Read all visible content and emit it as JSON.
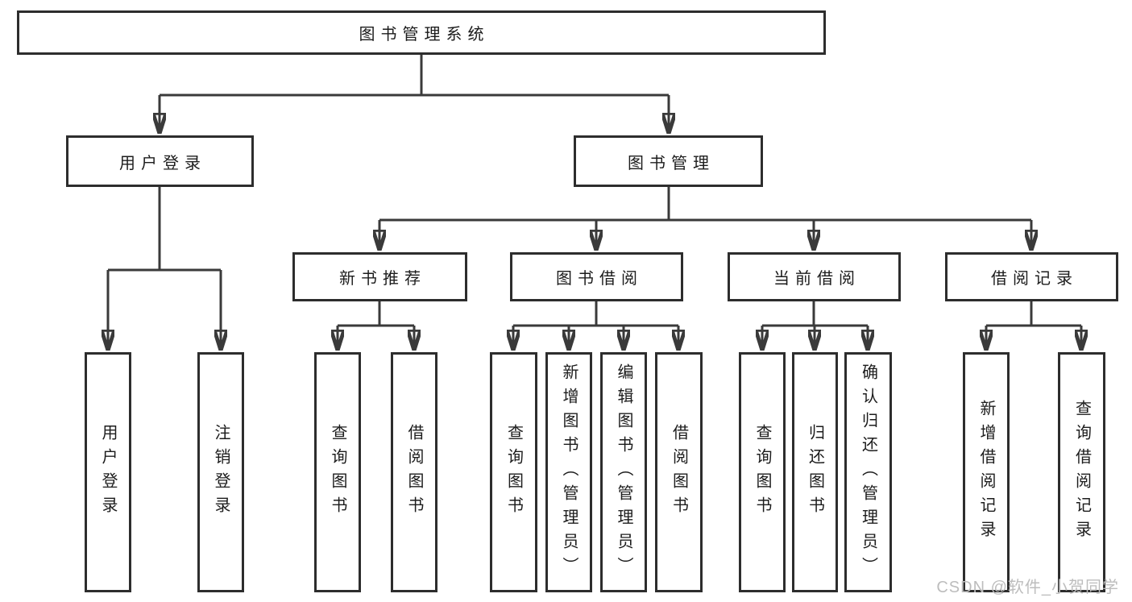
{
  "diagram": {
    "title": "图书管理系统",
    "root": {
      "label": "图书管理系统"
    },
    "branches": {
      "user_login": {
        "label": "用户登录",
        "children": {
          "login": "用户登录",
          "logout": "注销登录"
        }
      },
      "book_mgmt": {
        "label": "图书管理",
        "sections": {
          "new_book_rec": {
            "label": "新书推荐",
            "children": {
              "query": "查询图书",
              "borrow": "借阅图书"
            }
          },
          "book_borrow": {
            "label": "图书借阅",
            "children": {
              "query": "查询图书",
              "add": "新增图书（管理员）",
              "edit": "编辑图书（管理员）",
              "borrow": "借阅图书"
            }
          },
          "current_borrow": {
            "label": "当前借阅",
            "children": {
              "query": "查询图书",
              "return": "归还图书",
              "confirm": "确认归还（管理员）"
            }
          },
          "borrow_record": {
            "label": "借阅记录",
            "children": {
              "add": "新增借阅记录",
              "query": "查询借阅记录"
            }
          }
        }
      }
    }
  },
  "watermark": "CSDN @软件_小贺同学",
  "colors": {
    "line": "#3a3a3a",
    "box_border": "#2d2d2d",
    "text": "#1c1c1c",
    "background": "#ffffff",
    "watermark": "#bdbdbd"
  }
}
